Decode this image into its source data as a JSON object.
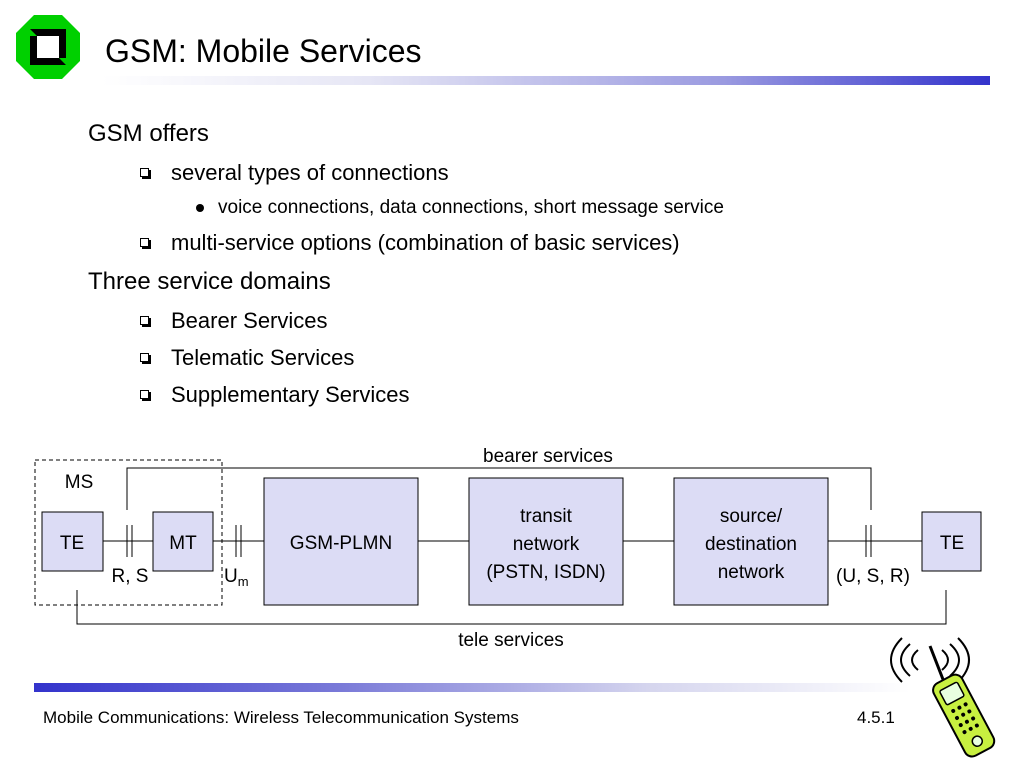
{
  "slide": {
    "title": "GSM: Mobile Services",
    "bullets": [
      {
        "text": "GSM offers"
      },
      {
        "text": "several types of connections"
      },
      {
        "text": "voice connections, data connections, short message service"
      },
      {
        "text": "multi-service options (combination of basic services)"
      },
      {
        "text": "Three service domains"
      },
      {
        "text": "Bearer Services"
      },
      {
        "text": "Telematic Services"
      },
      {
        "text": "Supplementary Services"
      }
    ]
  },
  "diagram": {
    "bearer_label": "bearer services",
    "tele_label": "tele services",
    "ms_label": "MS",
    "te_left": "TE",
    "mt": "MT",
    "gsm_plmn": "GSM-PLMN",
    "transit": [
      "transit",
      "network",
      "(PSTN, ISDN)"
    ],
    "source": [
      "source/",
      "destination",
      "network"
    ],
    "te_right": "TE",
    "rs": "R, S",
    "um_main": "U",
    "um_sub": "m",
    "usr": "(U, S, R)"
  },
  "footer": {
    "text": "Mobile Communications: Wireless  Telecommunication Systems",
    "page": "4.5.1"
  },
  "colors": {
    "box_fill": "#dcdcf5",
    "accent": "#3333cc",
    "logo_green": "#00d000"
  }
}
